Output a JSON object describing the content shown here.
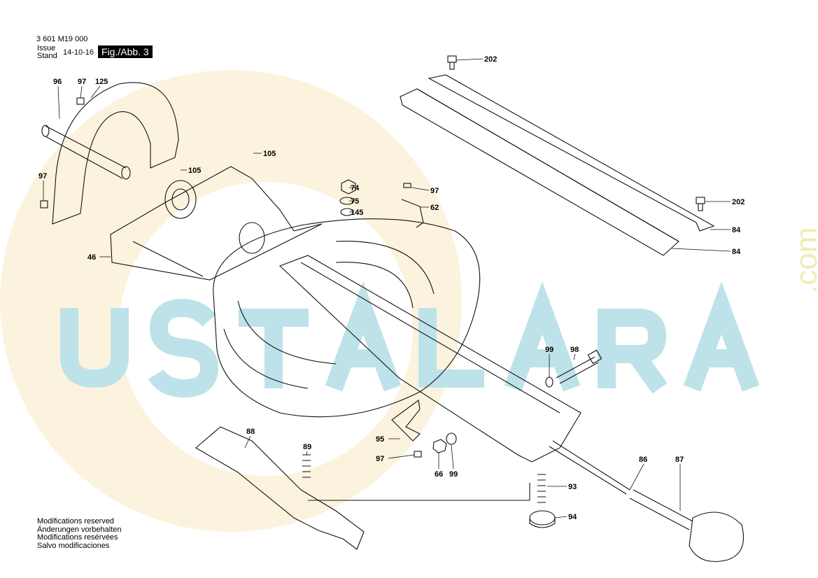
{
  "header": {
    "part_code": "3 601 M19 000",
    "issue_label": "Issue",
    "stand_label": "Stand",
    "date": "14-10-16",
    "figure": "Fig./Abb. 3"
  },
  "footer_notes": [
    "Modifications reserved",
    "Änderungen vorbehalten",
    "Modifications resérvées",
    "Salvo modificaciones"
  ],
  "watermark": {
    "text": "USTALARA",
    "suffix": ".com",
    "color_teal": "#a9d9e2",
    "color_yellow": "#f5e7a8"
  },
  "callouts": [
    "96",
    "97",
    "125",
    "97",
    "105",
    "105",
    "46",
    "74",
    "75",
    "145",
    "97",
    "62",
    "202",
    "202",
    "84",
    "84",
    "99",
    "98",
    "95",
    "97",
    "66",
    "99",
    "88",
    "89",
    "86",
    "87",
    "93",
    "94"
  ]
}
